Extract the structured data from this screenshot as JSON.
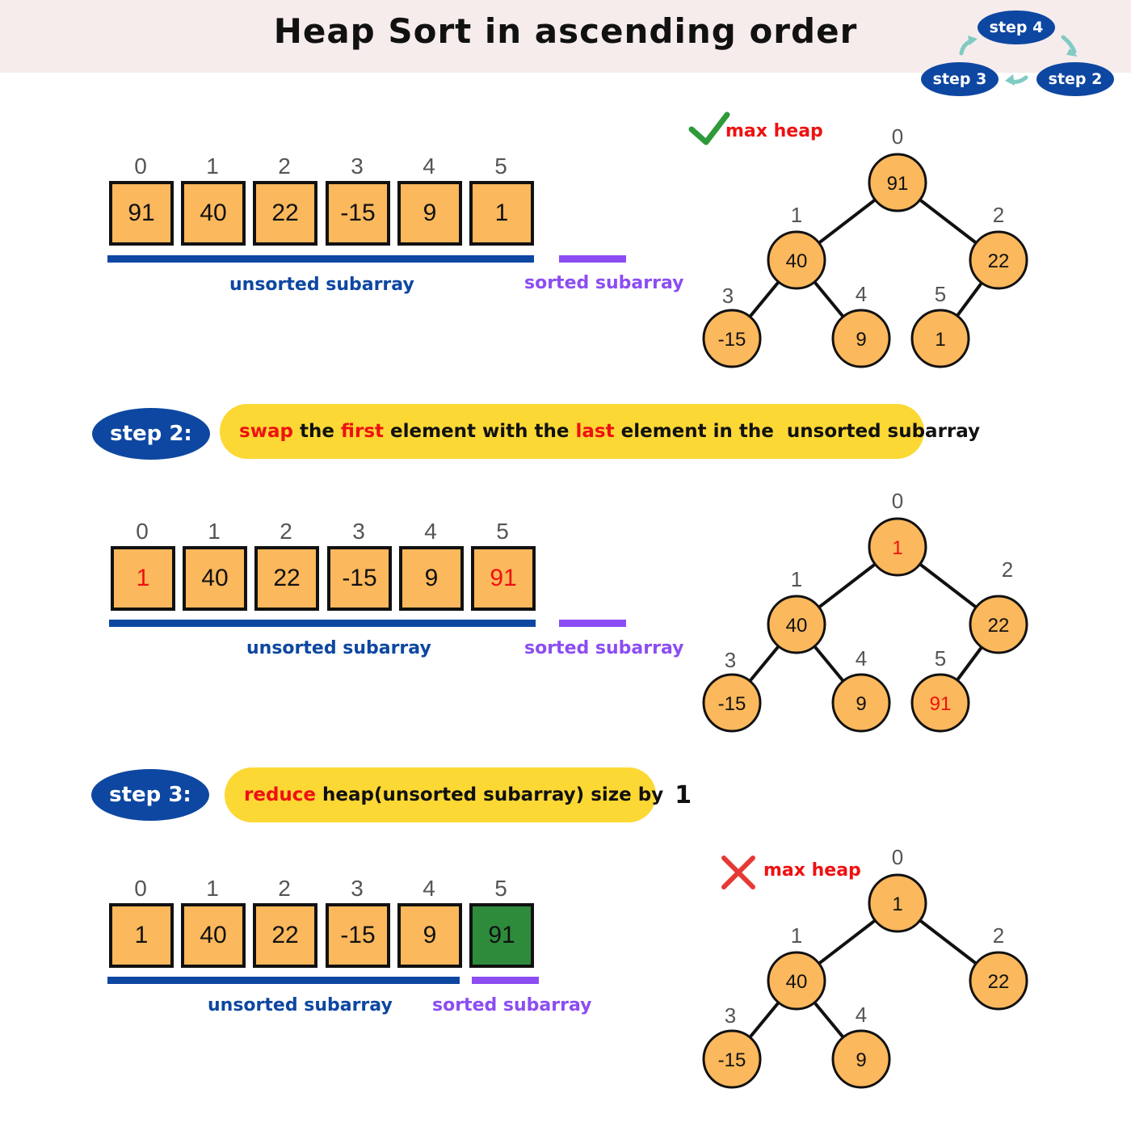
{
  "header": {
    "title": "Heap Sort in ascending order"
  },
  "cycle": {
    "step4": "step 4",
    "step3": "step 3",
    "step2": "step 2"
  },
  "sections": [
    {
      "array": {
        "indices": [
          "0",
          "1",
          "2",
          "3",
          "4",
          "5"
        ],
        "values": [
          "91",
          "40",
          "22",
          "-15",
          "9",
          "1"
        ],
        "highlight": [
          false,
          false,
          false,
          false,
          false,
          false
        ],
        "sorted": [
          false,
          false,
          false,
          false,
          false,
          false
        ]
      },
      "unsorted_label": "unsorted subarray",
      "sorted_label": "sorted subarray",
      "heap_status": {
        "mark": "check",
        "text": "max heap"
      },
      "tree": {
        "nodes": [
          {
            "index": "0",
            "value": "91",
            "highlight": false
          },
          {
            "index": "1",
            "value": "40",
            "highlight": false
          },
          {
            "index": "2",
            "value": "22",
            "highlight": false
          },
          {
            "index": "3",
            "value": "-15",
            "highlight": false
          },
          {
            "index": "4",
            "value": "9",
            "highlight": false
          },
          {
            "index": "5",
            "value": "1",
            "highlight": false
          }
        ]
      }
    },
    {
      "array": {
        "indices": [
          "0",
          "1",
          "2",
          "3",
          "4",
          "5"
        ],
        "values": [
          "1",
          "40",
          "22",
          "-15",
          "9",
          "91"
        ],
        "highlight": [
          true,
          false,
          false,
          false,
          false,
          true
        ],
        "sorted": [
          false,
          false,
          false,
          false,
          false,
          false
        ]
      },
      "unsorted_label": "unsorted subarray",
      "sorted_label": "sorted subarray",
      "tree": {
        "nodes": [
          {
            "index": "0",
            "value": "1",
            "highlight": true
          },
          {
            "index": "1",
            "value": "40",
            "highlight": false
          },
          {
            "index": "2",
            "value": "22",
            "highlight": false
          },
          {
            "index": "3",
            "value": "-15",
            "highlight": false
          },
          {
            "index": "4",
            "value": "9",
            "highlight": false
          },
          {
            "index": "5",
            "value": "91",
            "highlight": true
          }
        ]
      }
    },
    {
      "array": {
        "indices": [
          "0",
          "1",
          "2",
          "3",
          "4",
          "5"
        ],
        "values": [
          "1",
          "40",
          "22",
          "-15",
          "9",
          "91"
        ],
        "highlight": [
          false,
          false,
          false,
          false,
          false,
          false
        ],
        "sorted": [
          false,
          false,
          false,
          false,
          false,
          true
        ]
      },
      "unsorted_label": "unsorted subarray",
      "sorted_label": "sorted subarray",
      "heap_status": {
        "mark": "cross",
        "text": "max heap"
      },
      "tree": {
        "nodes": [
          {
            "index": "0",
            "value": "1",
            "highlight": false
          },
          {
            "index": "1",
            "value": "40",
            "highlight": false
          },
          {
            "index": "2",
            "value": "22",
            "highlight": false
          },
          {
            "index": "3",
            "value": "-15",
            "highlight": false
          },
          {
            "index": "4",
            "value": "9",
            "highlight": false
          }
        ]
      }
    }
  ],
  "step2": {
    "label": "step 2:",
    "parts": [
      "swap",
      " the ",
      "first",
      " element with the ",
      "last",
      " element in the  unsorted subarray"
    ]
  },
  "step3": {
    "label": "step 3:",
    "parts": [
      "reduce",
      " heap(unsorted subarray) size by ",
      "1"
    ]
  },
  "colors": {
    "node_fill": "#fbb85c",
    "outline": "#111111",
    "highlight_text": "#ee1111",
    "sorted_cell": "#2e8b3c",
    "unsorted_bar": "#0d47a1",
    "sorted_bar": "#8c4df2",
    "banner": "#fcd835",
    "check": "#2e9a3a",
    "cross": "#e53935"
  }
}
